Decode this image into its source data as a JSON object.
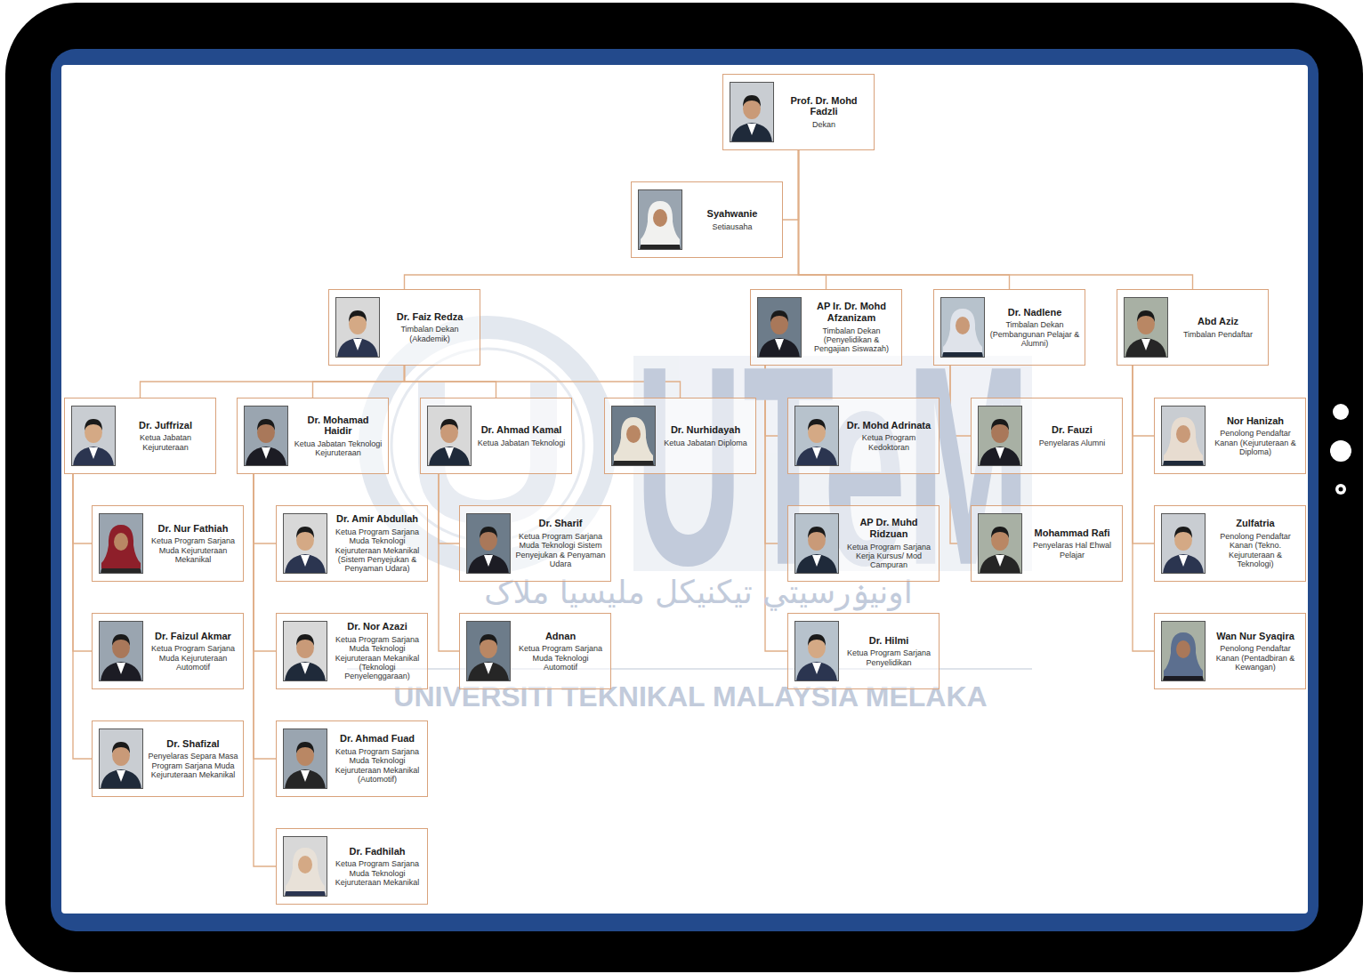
{
  "diagram": {
    "nodes": [
      {
        "text": [
          "Prof. Dr. Mohd Fadzli",
          "Dekan"
        ]
      },
      {
        "text": [
          "Syahwanie",
          "Setiausaha"
        ]
      },
      {
        "text": [
          "Dr. Faiz Redza",
          "Timbalan Dekan (Akademik)"
        ]
      },
      {
        "text": [
          "AP Ir. Dr. Mohd Afzanizam",
          "Timbalan Dekan (Penyelidikan & Pengajian Siswazah)"
        ]
      },
      {
        "text": [
          "Dr. Nadlene",
          "Timbalan Dekan (Pembangunan Pelajar & Alumni)"
        ]
      },
      {
        "text": [
          "Abd Aziz",
          "Timbalan Pendaftar"
        ]
      },
      {
        "text": [
          "Dr. Juffrizal",
          "Ketua Jabatan Kejuruteraan"
        ]
      },
      {
        "text": [
          "Dr. Mohamad Haidir",
          "Ketua Jabatan Teknologi Kejuruteraan"
        ]
      },
      {
        "text": [
          "Dr. Ahmad Kamal",
          "Ketua Jabatan Teknologi"
        ]
      },
      {
        "text": [
          "Dr. Nurhidayah",
          "Ketua Jabatan Diploma"
        ]
      },
      {
        "text": [
          "Dr. Mohd Adrinata",
          "Ketua Program Kedoktoran"
        ]
      },
      {
        "text": [
          "Dr. Fauzi",
          "Penyelaras Alumni"
        ]
      },
      {
        "text": [
          "Nor Hanizah",
          "Penolong Pendaftar Kanan (Kejuruteraan & Diploma)"
        ]
      },
      {
        "text": [
          "Dr. Nur Fathiah",
          "Ketua Program Sarjana Muda Kejuruteraan Mekanikal"
        ]
      },
      {
        "text": [
          "Dr. Amir Abdullah",
          "Ketua Program Sarjana Muda Teknologi Kejuruteraan Mekanikal (Sistem Penyejukan & Penyaman Udara)"
        ]
      },
      {
        "text": [
          "Dr. Sharif",
          "Ketua Program Sarjana Muda Teknologi Sistem Penyejukan & Penyaman Udara"
        ]
      },
      {
        "text": [
          "AP Dr. Muhd Ridzuan",
          "Ketua Program Sarjana Kerja Kursus/ Mod Campuran"
        ]
      },
      {
        "text": [
          "Mohammad Rafi",
          "Penyelaras Hal Ehwal Pelajar"
        ]
      },
      {
        "text": [
          "Zulfatria",
          "Penolong Pendaftar Kanan (Tekno. Kejuruteraan & Teknologi)"
        ]
      },
      {
        "text": [
          "Dr. Faizul Akmar",
          "Ketua Program Sarjana Muda Kejuruteraan Automotif"
        ]
      },
      {
        "text": [
          "Dr. Nor Azazi",
          "Ketua Program Sarjana Muda Teknologi Kejuruteraan Mekanikal (Teknologi Penyelenggaraan)"
        ]
      },
      {
        "text": [
          "Adnan",
          "Ketua Program Sarjana Muda Teknologi Automotif"
        ]
      },
      {
        "text": [
          "Dr. Hilmi",
          "Ketua Program Sarjana Penyelidikan"
        ]
      },
      {
        "text": [
          "Wan Nur Syaqira",
          "Penolong Pendaftar Kanan (Pentadbiran & Kewangan)"
        ]
      },
      {
        "text": [
          "Dr. Shafizal",
          "Penyelaras Separa Masa Program Sarjana Muda Kejuruteraan Mekanikal"
        ]
      },
      {
        "text": [
          "Dr. Ahmad Fuad",
          "Ketua Program Sarjana Muda Teknologi Kejuruteraan Mekanikal (Automotif)"
        ]
      },
      {
        "text": [
          "Dr. Fadhilah",
          "Ketua Program Sarjana Muda Teknologi Kejuruteraan Mekanikal"
        ]
      }
    ],
    "edges": [
      {
        "from": 0,
        "to": 1,
        "arrow": "none"
      },
      {
        "from": 0,
        "to": 2,
        "arrow": "none"
      },
      {
        "from": 0,
        "to": 3,
        "arrow": "none"
      },
      {
        "from": 0,
        "to": 4,
        "arrow": "none"
      },
      {
        "from": 0,
        "to": 5,
        "arrow": "none"
      },
      {
        "from": 2,
        "to": 6,
        "arrow": "none"
      },
      {
        "from": 2,
        "to": 7,
        "arrow": "none"
      },
      {
        "from": 2,
        "to": 8,
        "arrow": "none"
      },
      {
        "from": 2,
        "to": 9,
        "arrow": "none"
      },
      {
        "from": 3,
        "to": 10,
        "arrow": "none"
      },
      {
        "from": 3,
        "to": 16,
        "arrow": "none"
      },
      {
        "from": 3,
        "to": 22,
        "arrow": "none"
      },
      {
        "from": 4,
        "to": 11,
        "arrow": "none"
      },
      {
        "from": 4,
        "to": 17,
        "arrow": "none"
      },
      {
        "from": 5,
        "to": 12,
        "arrow": "none"
      },
      {
        "from": 5,
        "to": 18,
        "arrow": "none"
      },
      {
        "from": 5,
        "to": 23,
        "arrow": "none"
      },
      {
        "from": 6,
        "to": 13,
        "arrow": "none"
      },
      {
        "from": 6,
        "to": 19,
        "arrow": "none"
      },
      {
        "from": 6,
        "to": 24,
        "arrow": "none"
      },
      {
        "from": 7,
        "to": 14,
        "arrow": "none"
      },
      {
        "from": 7,
        "to": 20,
        "arrow": "none"
      },
      {
        "from": 7,
        "to": 25,
        "arrow": "none"
      },
      {
        "from": 7,
        "to": 26,
        "arrow": "none"
      },
      {
        "from": 8,
        "to": 15,
        "arrow": "none"
      },
      {
        "from": 8,
        "to": 21,
        "arrow": "none"
      }
    ],
    "labels": [
      "UTeM",
      "اونيۏرسيتي تيکنيکل مليسيا ملاک",
      "UNIVERSITI TEKNIKAL MALAYSIA MELAKA"
    ]
  }
}
